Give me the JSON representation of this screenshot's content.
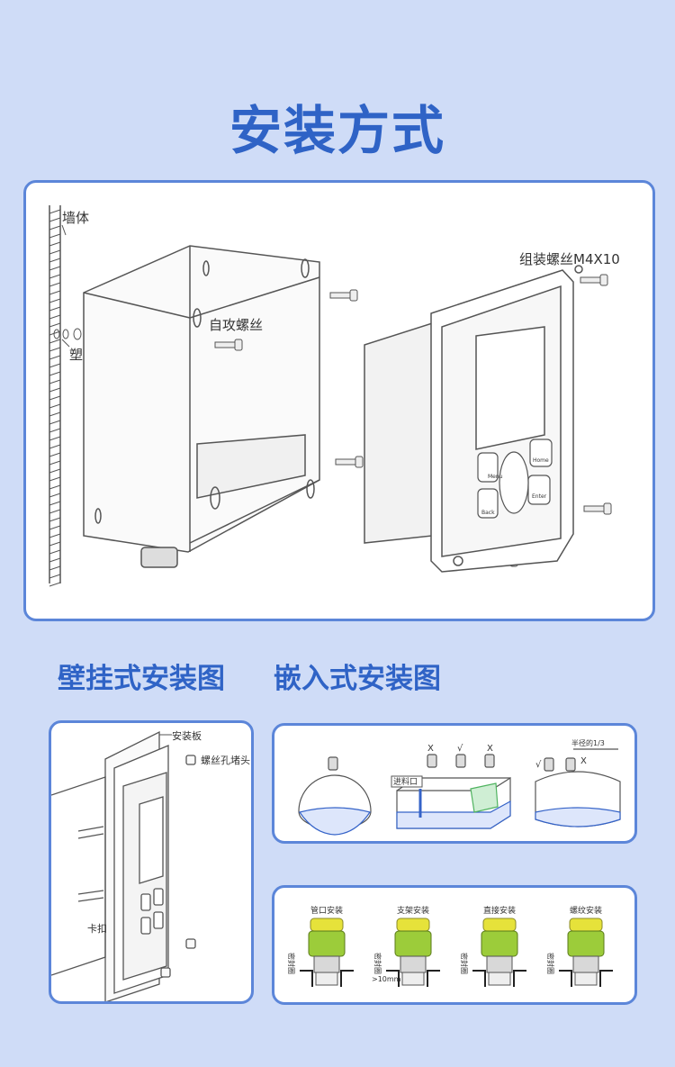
{
  "page_title": "安装方式",
  "main_diagram": {
    "wall_label": "墙体",
    "anchor_label": "塑料膨胀",
    "self_tap_screw_label": "自攻螺丝",
    "assembly_screw_label": "组装螺丝M4X10",
    "buttons": {
      "menu": "Menu",
      "home": "Home",
      "back": "Back",
      "enter": "Enter"
    }
  },
  "section_titles": {
    "wall_mount": "壁挂式安装图",
    "embedded": "嵌入式安装图"
  },
  "wall_mount_diagram": {
    "plate_label": "安装板",
    "plug_label": "螺丝孔堵头",
    "clip_label": "卡扣"
  },
  "tank_diagram": {
    "inlet_label": "进料口",
    "bad_mark": "X",
    "good_mark": "√",
    "radius_label": "半径的1/3"
  },
  "mount_types": [
    {
      "label": "管口安装"
    },
    {
      "label": "支架安装"
    },
    {
      "label": "直接安装"
    },
    {
      "label": "螺纹安装"
    }
  ],
  "mount_detail": {
    "ring_label": "密封圈",
    "gap_label": ">10mm"
  },
  "colors": {
    "accent": "#2f63c6",
    "border": "#5c86d9",
    "background": "#cfdcf7",
    "sensor_green": "#9ccc3a",
    "sensor_yellow": "#e6e23a"
  }
}
